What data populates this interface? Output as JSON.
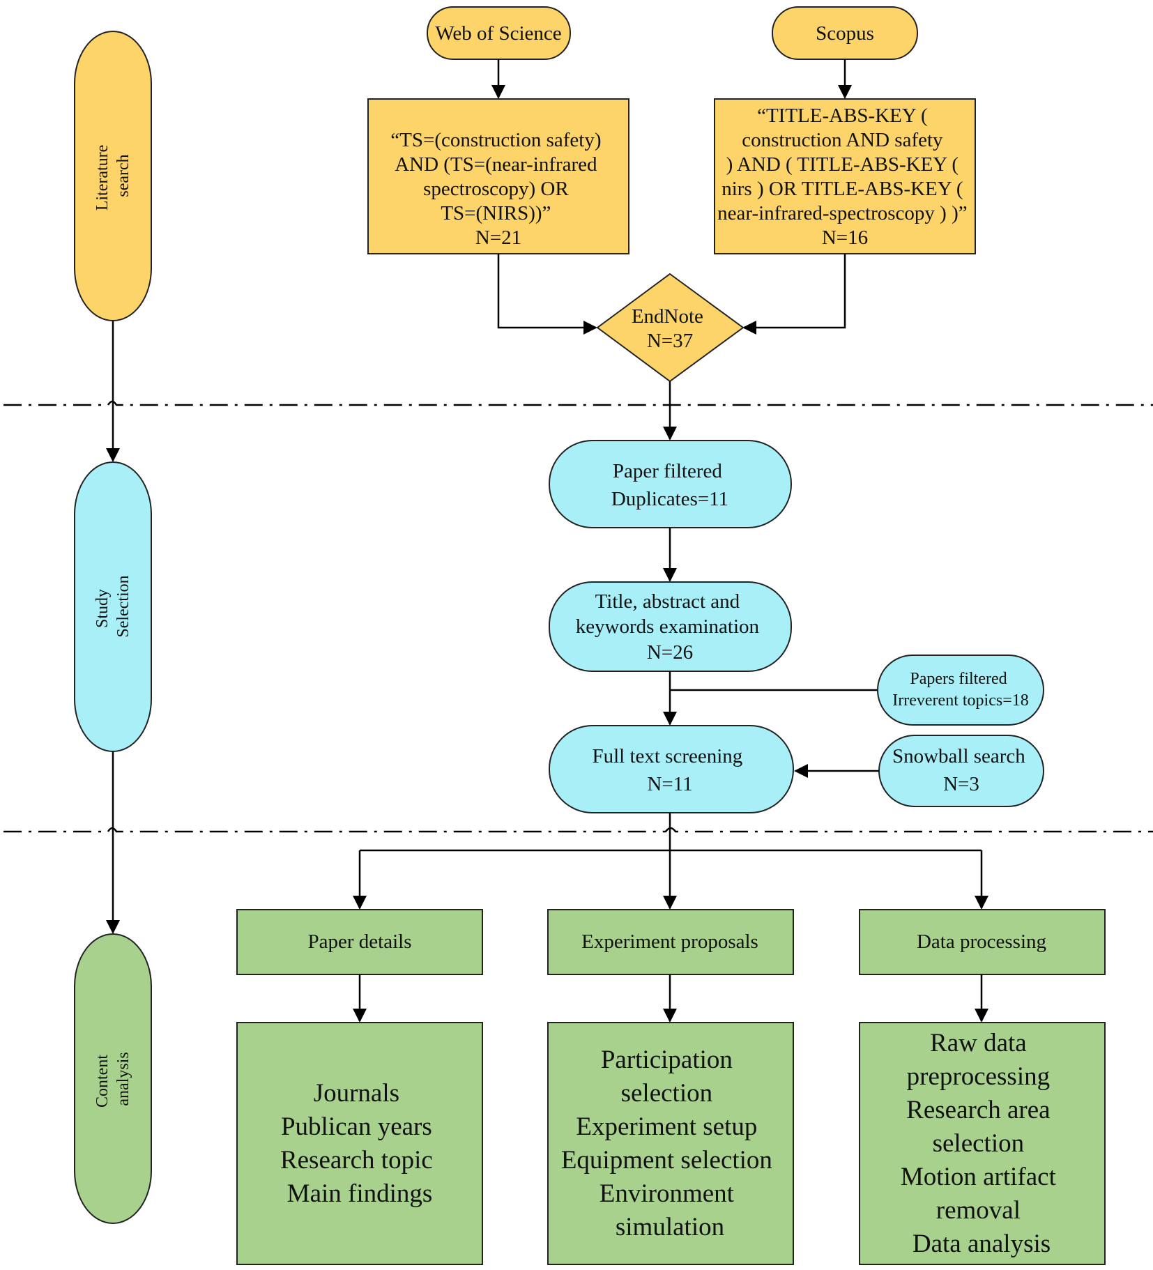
{
  "phases": {
    "literature_search": [
      "Literature",
      "search"
    ],
    "study_selection": [
      "Study",
      "Selection"
    ],
    "content_analysis": [
      "Content",
      "analysis"
    ]
  },
  "sources": {
    "wos": "Web of Science",
    "scopus": "Scopus"
  },
  "queries": {
    "wos": [
      "“TS=(construction safety)",
      "AND (TS=(near-infrared",
      "spectroscopy) OR",
      "TS=(NIRS))”",
      "N=21"
    ],
    "scopus": [
      "“TITLE-ABS-KEY (",
      "construction AND safety",
      ") AND ( TITLE-ABS-KEY (",
      "nirs ) OR TITLE-ABS-KEY (",
      "near-infrared-spectroscopy ) )”",
      "N=16"
    ]
  },
  "endnote": [
    "EndNote",
    "N=37"
  ],
  "selection": {
    "filtered": [
      "Paper filtered",
      "Duplicates=11"
    ],
    "title_abstract": [
      "Title, abstract and",
      "keywords examination",
      "N=26"
    ],
    "irrelevant": [
      "Papers filtered",
      "Irreverent topics=18"
    ],
    "full_text": [
      "Full text screening",
      "N=11"
    ],
    "snowball": [
      "Snowball search",
      "N=3"
    ]
  },
  "analysis": {
    "categories": [
      "Paper details",
      "Experiment proposals",
      "Data processing"
    ],
    "details": [
      [
        "Journals",
        "Publican years",
        "Research topic",
        "Main findings"
      ],
      [
        "Participation",
        "selection",
        "Experiment setup",
        "Equipment selection",
        "Environment",
        "simulation"
      ],
      [
        "Raw data",
        "preprocessing",
        "Research area",
        "selection",
        "Motion artifact",
        "removal",
        "Data analysis"
      ]
    ]
  },
  "colors": {
    "yellow": "#FCD46A",
    "cyan": "#A8EFF7",
    "green": "#A9D18E"
  }
}
